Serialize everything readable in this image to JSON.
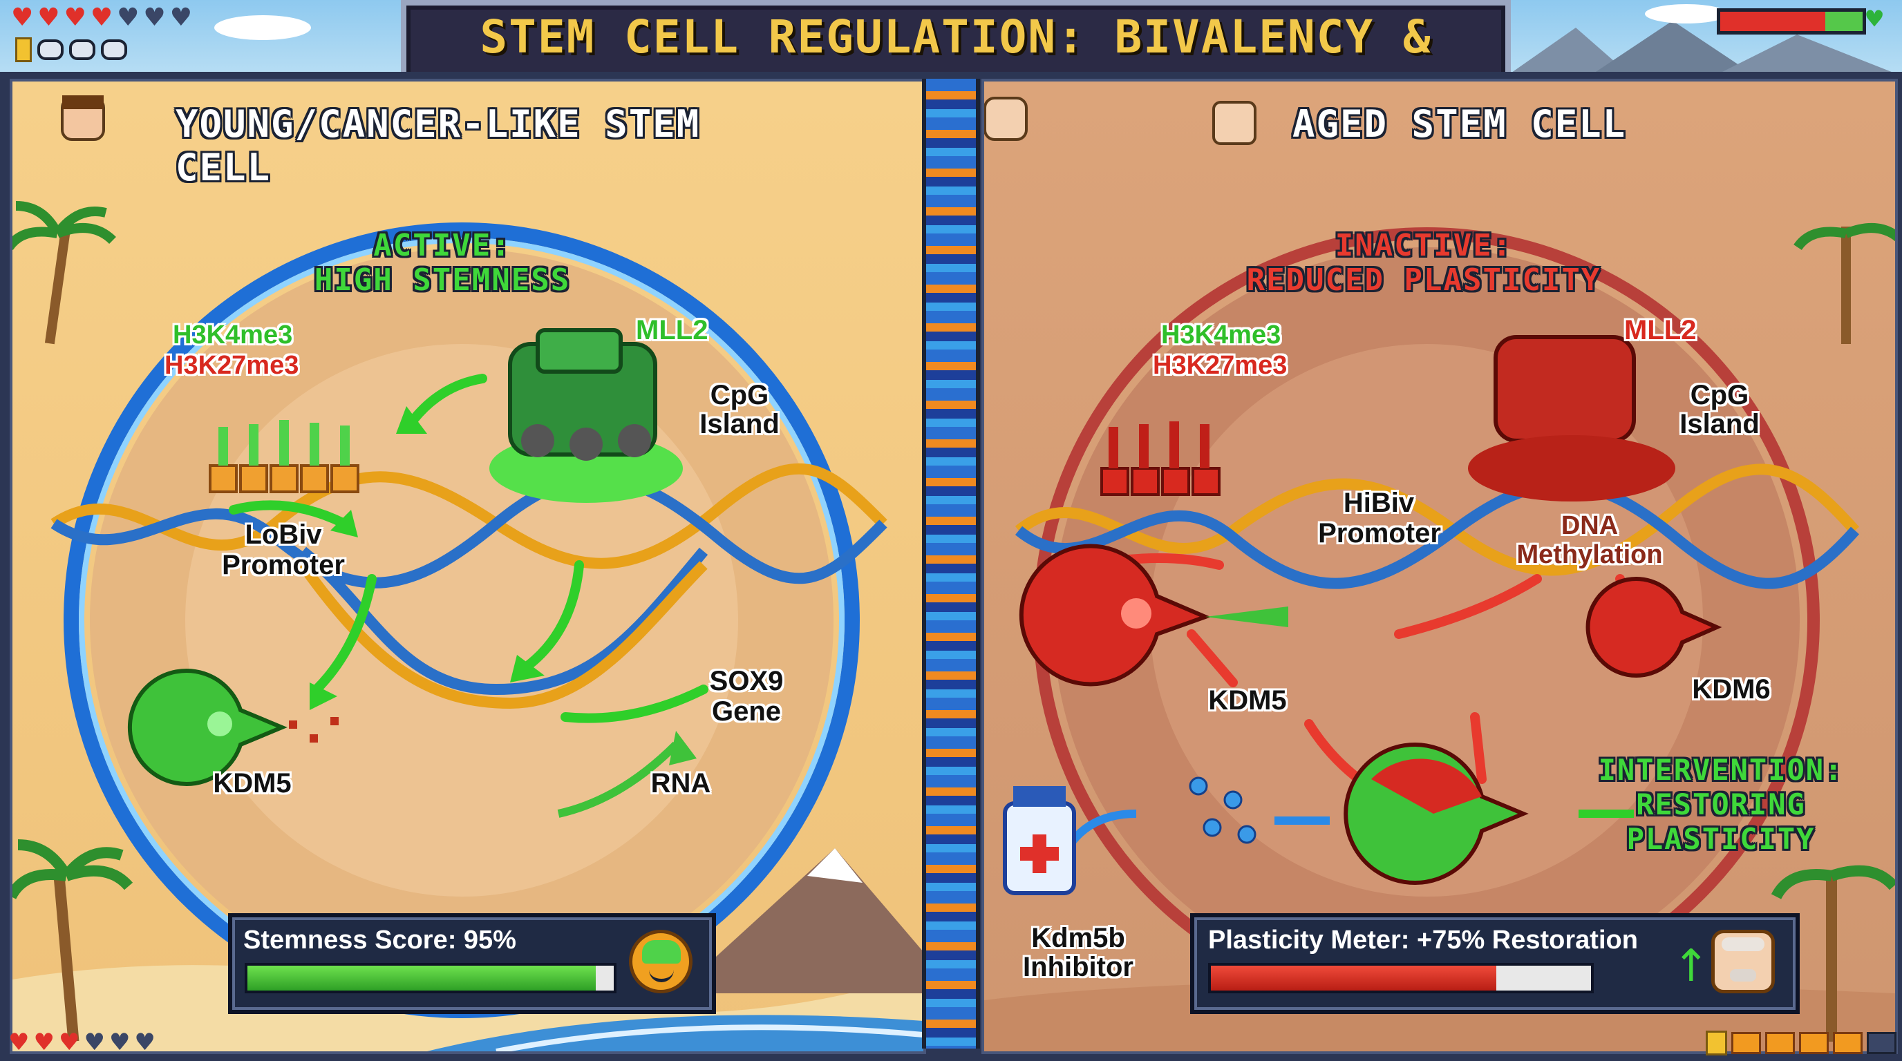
{
  "title": "STEM CELL REGULATION: BIVALENCY & AGING",
  "top_hud": {
    "hearts_full": 4,
    "hearts_empty": 3,
    "coins": 3
  },
  "left_panel": {
    "title": "YOUNG/CANCER-LIKE STEM CELL",
    "status_line1": "ACTIVE:",
    "status_line2": "HIGH STEMNESS",
    "mark_h3k4": "H3K4me3",
    "mark_h3k27": "H3K27me3",
    "mll2": "MLL2",
    "cpg_line1": "CpG",
    "cpg_line2": "Island",
    "promoter_line1": "LoBiv",
    "promoter_line2": "Promoter",
    "kdm5": "KDM5",
    "sox9_line1": "SOX9",
    "sox9_line2": "Gene",
    "rna": "RNA",
    "score_label": "Stemness Score: 95%",
    "score_value": 0.95
  },
  "right_panel": {
    "title": "AGED STEM CELL",
    "status_line1": "INACTIVE:",
    "status_line2": "REDUCED PLASTICITY",
    "mark_h3k4": "H3K4me3",
    "mark_h3k27": "H3K27me3",
    "mll2": "MLL2",
    "cpg_line1": "CpG",
    "cpg_line2": "Island",
    "promoter_line1": "HiBiv",
    "promoter_line2": "Promoter",
    "dna_meth_line1": "DNA",
    "dna_meth_line2": "Methylation",
    "kdm5": "KDM5",
    "kdm6": "KDM6",
    "intervention_line1": "INTERVENTION:",
    "intervention_line2": "RESTORING",
    "intervention_line3": "PLASTICITY",
    "inhibitor_line1": "Kdm5b",
    "inhibitor_line2": "Inhibitor",
    "meter_label": "Plasticity Meter: +75% Restoration",
    "meter_value": 0.75
  },
  "colors": {
    "active": "#3fd83a",
    "inactive": "#e83a2e",
    "h3k4": "#2fbf2a",
    "h3k27": "#d8291f"
  }
}
